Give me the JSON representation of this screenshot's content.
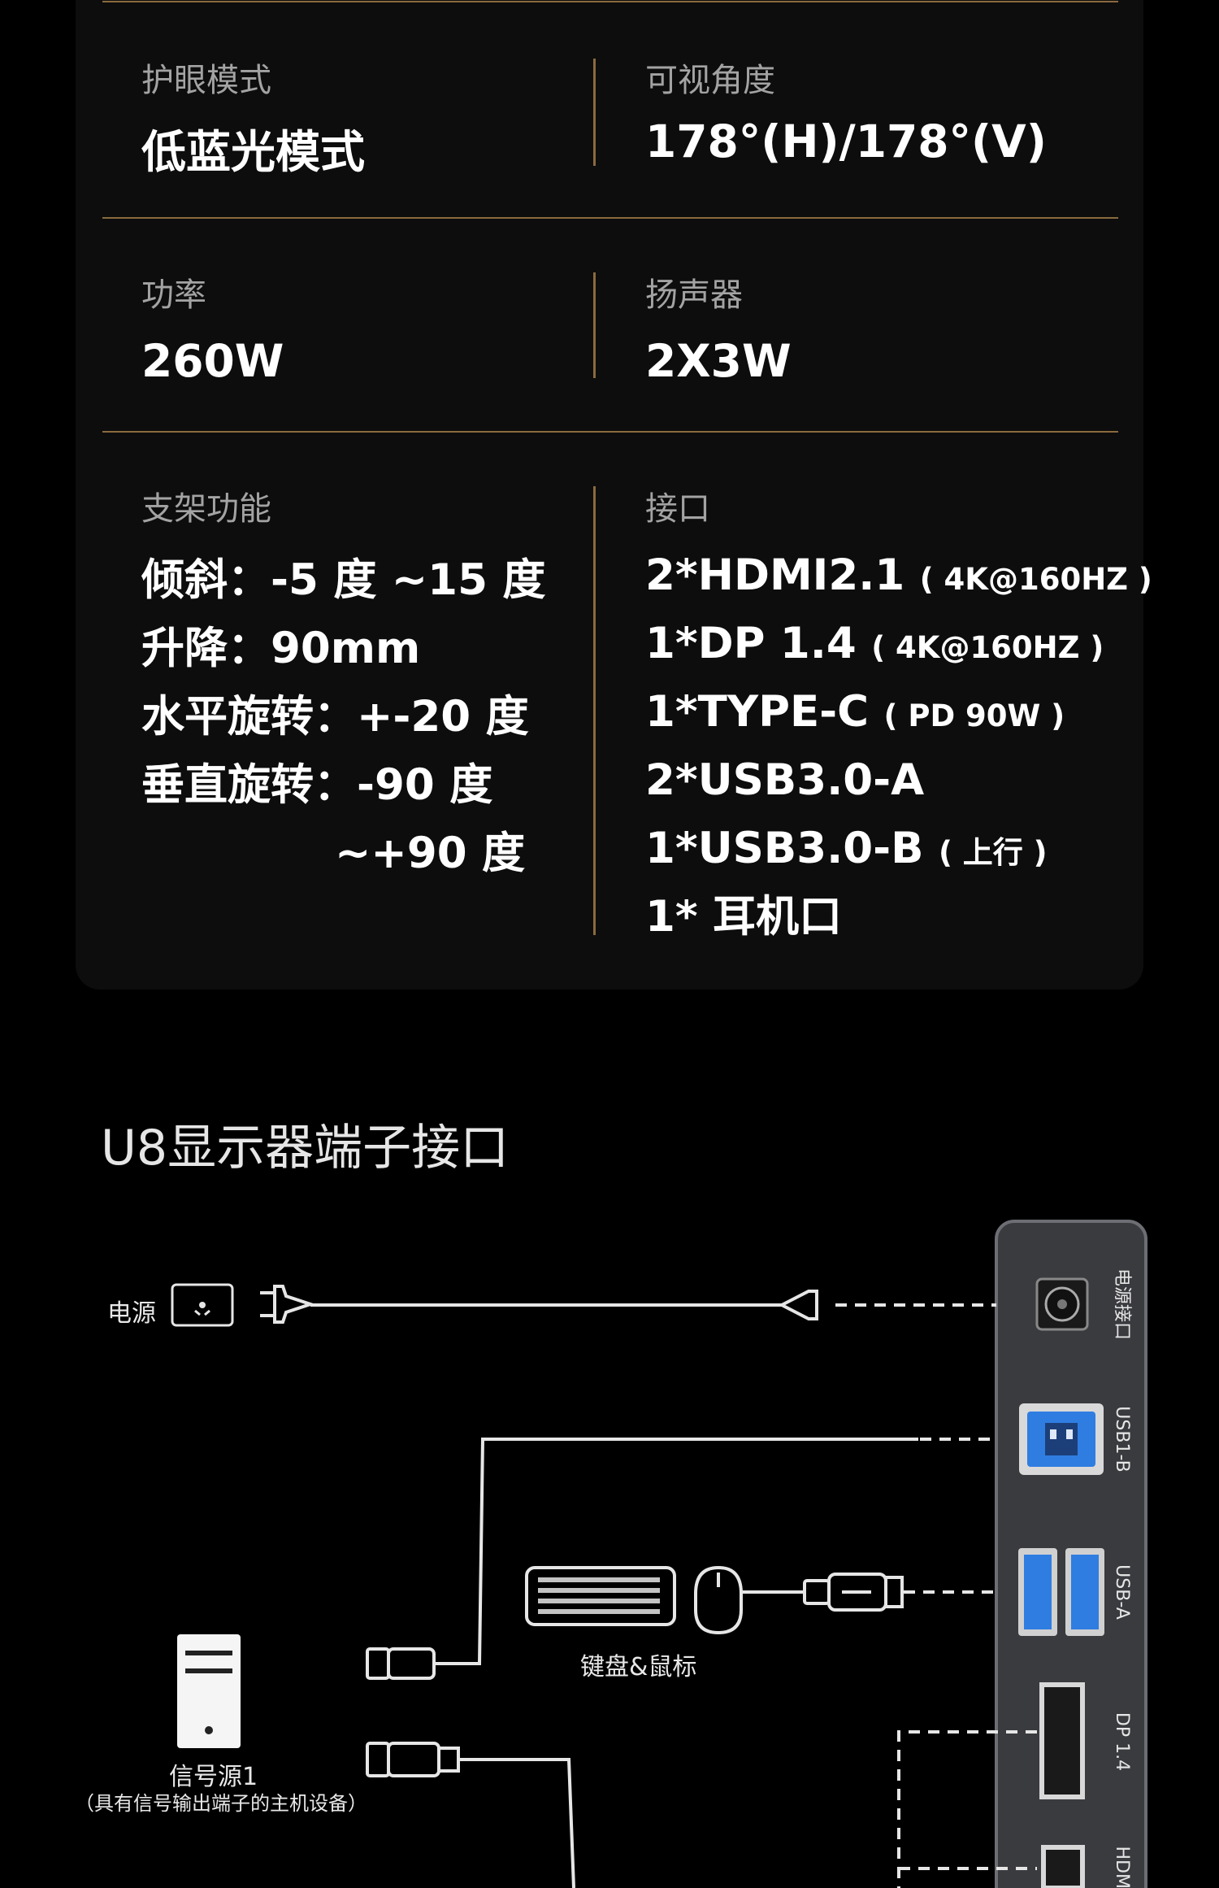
{
  "specs": {
    "eye_mode": {
      "label": "护眼模式",
      "value": "低蓝光模式"
    },
    "view_angle": {
      "label": "可视角度",
      "value": "178°(H)/178°(V)"
    },
    "power": {
      "label": "功率",
      "value": "260W"
    },
    "speaker": {
      "label": "扬声器",
      "value": "2X3W"
    },
    "stand": {
      "label": "支架功能",
      "lines": [
        "倾斜：-5 度 ~15 度",
        "升降：90mm",
        "水平旋转：+-20 度",
        "垂直旋转：-90 度",
        "~+90 度"
      ]
    },
    "ports": {
      "label": "接口",
      "items": [
        {
          "main": "2*HDMI2.1",
          "note": "( 4K@160HZ )"
        },
        {
          "main": "1*DP 1.4",
          "note": "( 4K@160HZ )"
        },
        {
          "main": "1*TYPE-C",
          "note": "( PD 90W )"
        },
        {
          "main": "2*USB3.0-A",
          "note": ""
        },
        {
          "main": "1*USB3.0-B",
          "note": "( 上行 )"
        },
        {
          "main": "1* 耳机口",
          "note": ""
        }
      ]
    }
  },
  "diagram": {
    "title": "U8显示器端子接口",
    "power_label": "电源",
    "keyboard_mouse_label": "键盘&鼠标",
    "source_label": "信号源1",
    "source_sub": "（具有信号输出端子的主机设备）",
    "panel_ports": [
      "电源接口",
      "USB1-B",
      "USB-A",
      "DP 1.4",
      "HDMI"
    ],
    "colors": {
      "accent_gold": "#8a6a3e",
      "usb_blue": "#2f7de1",
      "panel_bg": "#3a3b3f"
    }
  }
}
